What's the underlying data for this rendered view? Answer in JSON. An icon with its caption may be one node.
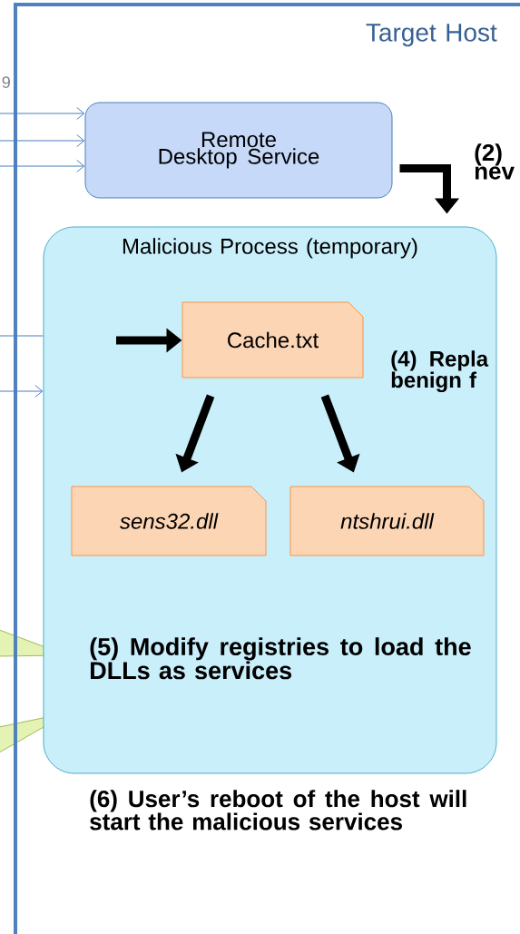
{
  "diagram": {
    "nodes": [
      {
        "text": [
          "Target Host"
        ]
      },
      {
        "text": [
          "Remote Desktop Service"
        ],
        "in": 0
      },
      {
        "text": [
          "Malicious Process (temporary)",
          "(5) Modify registries to load the DLLs as services"
        ],
        "in": 0
      },
      {
        "text": [
          "Cache.txt"
        ],
        "in": 2
      },
      {
        "text": [
          "sens32.dll"
        ],
        "in": 2
      },
      {
        "text": [
          "ntshrui.dll"
        ],
        "in": 2
      }
    ],
    "edges": [
      {
        "from": null,
        "to": 1,
        "arrow": "to"
      },
      {
        "from": null,
        "to": 1,
        "arrow": "to"
      },
      {
        "from": null,
        "to": 1,
        "arrow": "to"
      },
      {
        "from": null,
        "to": 2,
        "arrow": "none"
      },
      {
        "from": null,
        "to": 2,
        "arrow": "to"
      },
      {
        "from": 1,
        "to": 2,
        "arrow": "to",
        "style": "thick",
        "color": "#000000"
      },
      {
        "from": null,
        "to": 3,
        "arrow": "to",
        "style": "thick",
        "color": "#000000"
      },
      {
        "from": 3,
        "to": 4,
        "arrow": "to",
        "style": "thick",
        "color": "#000000"
      },
      {
        "from": 3,
        "to": 5,
        "arrow": "to",
        "style": "thick",
        "color": "#000000"
      }
    ],
    "labels": [
      "9",
      "(2) nev",
      "(4) Repla benign f",
      "(6) User’s reboot of the host will start the malicious services"
    ]
  }
}
